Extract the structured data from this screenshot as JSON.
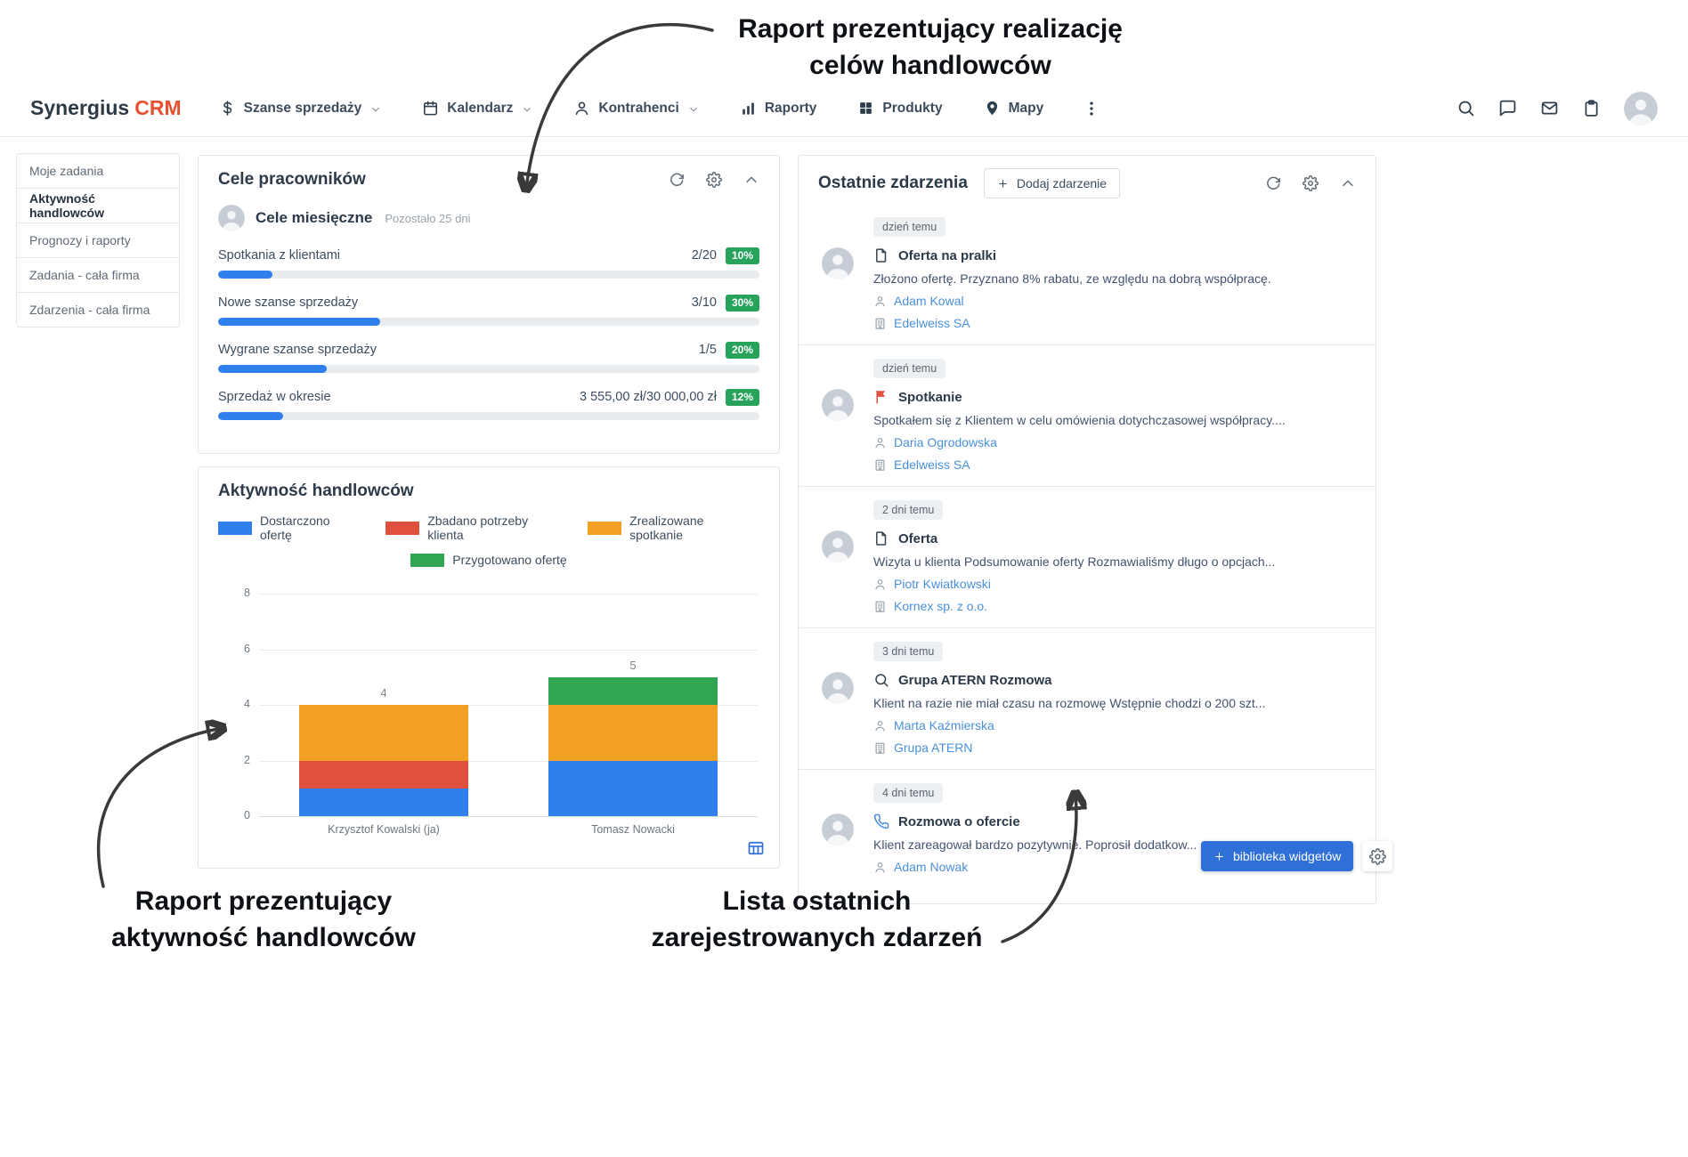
{
  "annotations": {
    "top": [
      "Raport prezentujący realizację",
      "celów handlowców"
    ],
    "bottom_left": [
      "Raport prezentujący",
      "aktywność handlowców"
    ],
    "bottom_right": [
      "Lista ostatnich",
      "zarejestrowanych zdarzeń"
    ]
  },
  "header": {
    "logo": {
      "part1": "Synergius",
      "part2": "CRM"
    },
    "nav": [
      {
        "label": "Szanse sprzedaży",
        "icon": "dollar-icon",
        "dropdown": true
      },
      {
        "label": "Kalendarz",
        "icon": "calendar-icon",
        "dropdown": true
      },
      {
        "label": "Kontrahenci",
        "icon": "person-icon",
        "dropdown": true
      },
      {
        "label": "Raporty",
        "icon": "bar-chart-icon",
        "dropdown": false
      },
      {
        "label": "Produkty",
        "icon": "grid-icon",
        "dropdown": false
      },
      {
        "label": "Mapy",
        "icon": "map-pin-icon",
        "dropdown": false
      }
    ]
  },
  "sidebar": {
    "items": [
      {
        "label": "Moje zadania",
        "active": false
      },
      {
        "label": "Aktywność handlowców",
        "active": true
      },
      {
        "label": "Prognozy i raporty",
        "active": false
      },
      {
        "label": "Zadania - cała firma",
        "active": false
      },
      {
        "label": "Zdarzenia - cała firma",
        "active": false
      }
    ]
  },
  "goals": {
    "title": "Cele pracowników",
    "section_title": "Cele miesięczne",
    "section_subtitle": "Pozostało 25 dni",
    "items": [
      {
        "label": "Spotkania z klientami",
        "value": "2/20",
        "percent": 10,
        "percent_label": "10%"
      },
      {
        "label": "Nowe szanse sprzedaży",
        "value": "3/10",
        "percent": 30,
        "percent_label": "30%"
      },
      {
        "label": "Wygrane szanse sprzedaży",
        "value": "1/5",
        "percent": 20,
        "percent_label": "20%"
      },
      {
        "label": "Sprzedaż w okresie",
        "value": "3 555,00 zł/30 000,00 zł",
        "percent": 12,
        "percent_label": "12%"
      }
    ]
  },
  "activity": {
    "title": "Aktywność handlowców"
  },
  "chart_data": {
    "type": "bar",
    "stacked": true,
    "title": "Aktywność handlowców",
    "categories": [
      "Krzysztof Kowalski (ja)",
      "Tomasz Nowacki"
    ],
    "series": [
      {
        "name": "Dostarczono ofertę",
        "color": "#2f80ed",
        "values": [
          1,
          2
        ]
      },
      {
        "name": "Zbadano potrzeby klienta",
        "color": "#e0503f",
        "values": [
          1,
          0
        ]
      },
      {
        "name": "Zrealizowane spotkanie",
        "color": "#f2a024",
        "values": [
          2,
          2
        ]
      },
      {
        "name": "Przygotowano ofertę",
        "color": "#30a552",
        "values": [
          0,
          1
        ]
      }
    ],
    "totals": [
      4,
      5
    ],
    "ylim": [
      0,
      8
    ],
    "yticks": [
      0,
      2,
      4,
      6,
      8
    ],
    "grid": true,
    "legend_position": "top"
  },
  "events": {
    "title": "Ostatnie zdarzenia",
    "add_button": "Dodaj zdarzenie",
    "items": [
      {
        "time": "dzień temu",
        "icon": "document-icon",
        "title": "Oferta na pralki",
        "text": "Złożono ofertę. Przyznano 8% rabatu, ze względu na dobrą współpracę.",
        "person": "Adam Kowal",
        "company": "Edelweiss SA"
      },
      {
        "time": "dzień temu",
        "icon": "flag-icon",
        "title": "Spotkanie",
        "text": "Spotkałem się z Klientem w celu omówienia dotychczasowej współpracy....",
        "person": "Daria Ogrodowska",
        "company": "Edelweiss SA"
      },
      {
        "time": "2 dni temu",
        "icon": "document-icon",
        "title": "Oferta",
        "text": "Wizyta u klienta Podsumowanie oferty Rozmawialiśmy długo o opcjach...",
        "person": "Piotr Kwiatkowski",
        "company": "Kornex sp. z o.o."
      },
      {
        "time": "3 dni temu",
        "icon": "search-icon",
        "title": "Grupa ATERN Rozmowa",
        "text": "Klient na razie nie miał czasu na rozmowę Wstępnie chodzi o 200 szt...",
        "person": "Marta Kaźmierska",
        "company": "Grupa ATERN"
      },
      {
        "time": "4 dni temu",
        "icon": "phone-icon",
        "title": "Rozmowa o ofercie",
        "text": "Klient zareagował bardzo pozytywnie. Poprosił dodatkow...",
        "person": "Adam Nowak",
        "company": null
      }
    ]
  },
  "widget_library": {
    "label": "biblioteka widgetów"
  },
  "colors": {
    "accent_orange": "#e8502f",
    "progress_blue": "#2f80ed",
    "badge_green": "#27a35c",
    "link_blue": "#4a90d9",
    "button_blue": "#2e6fd8"
  }
}
